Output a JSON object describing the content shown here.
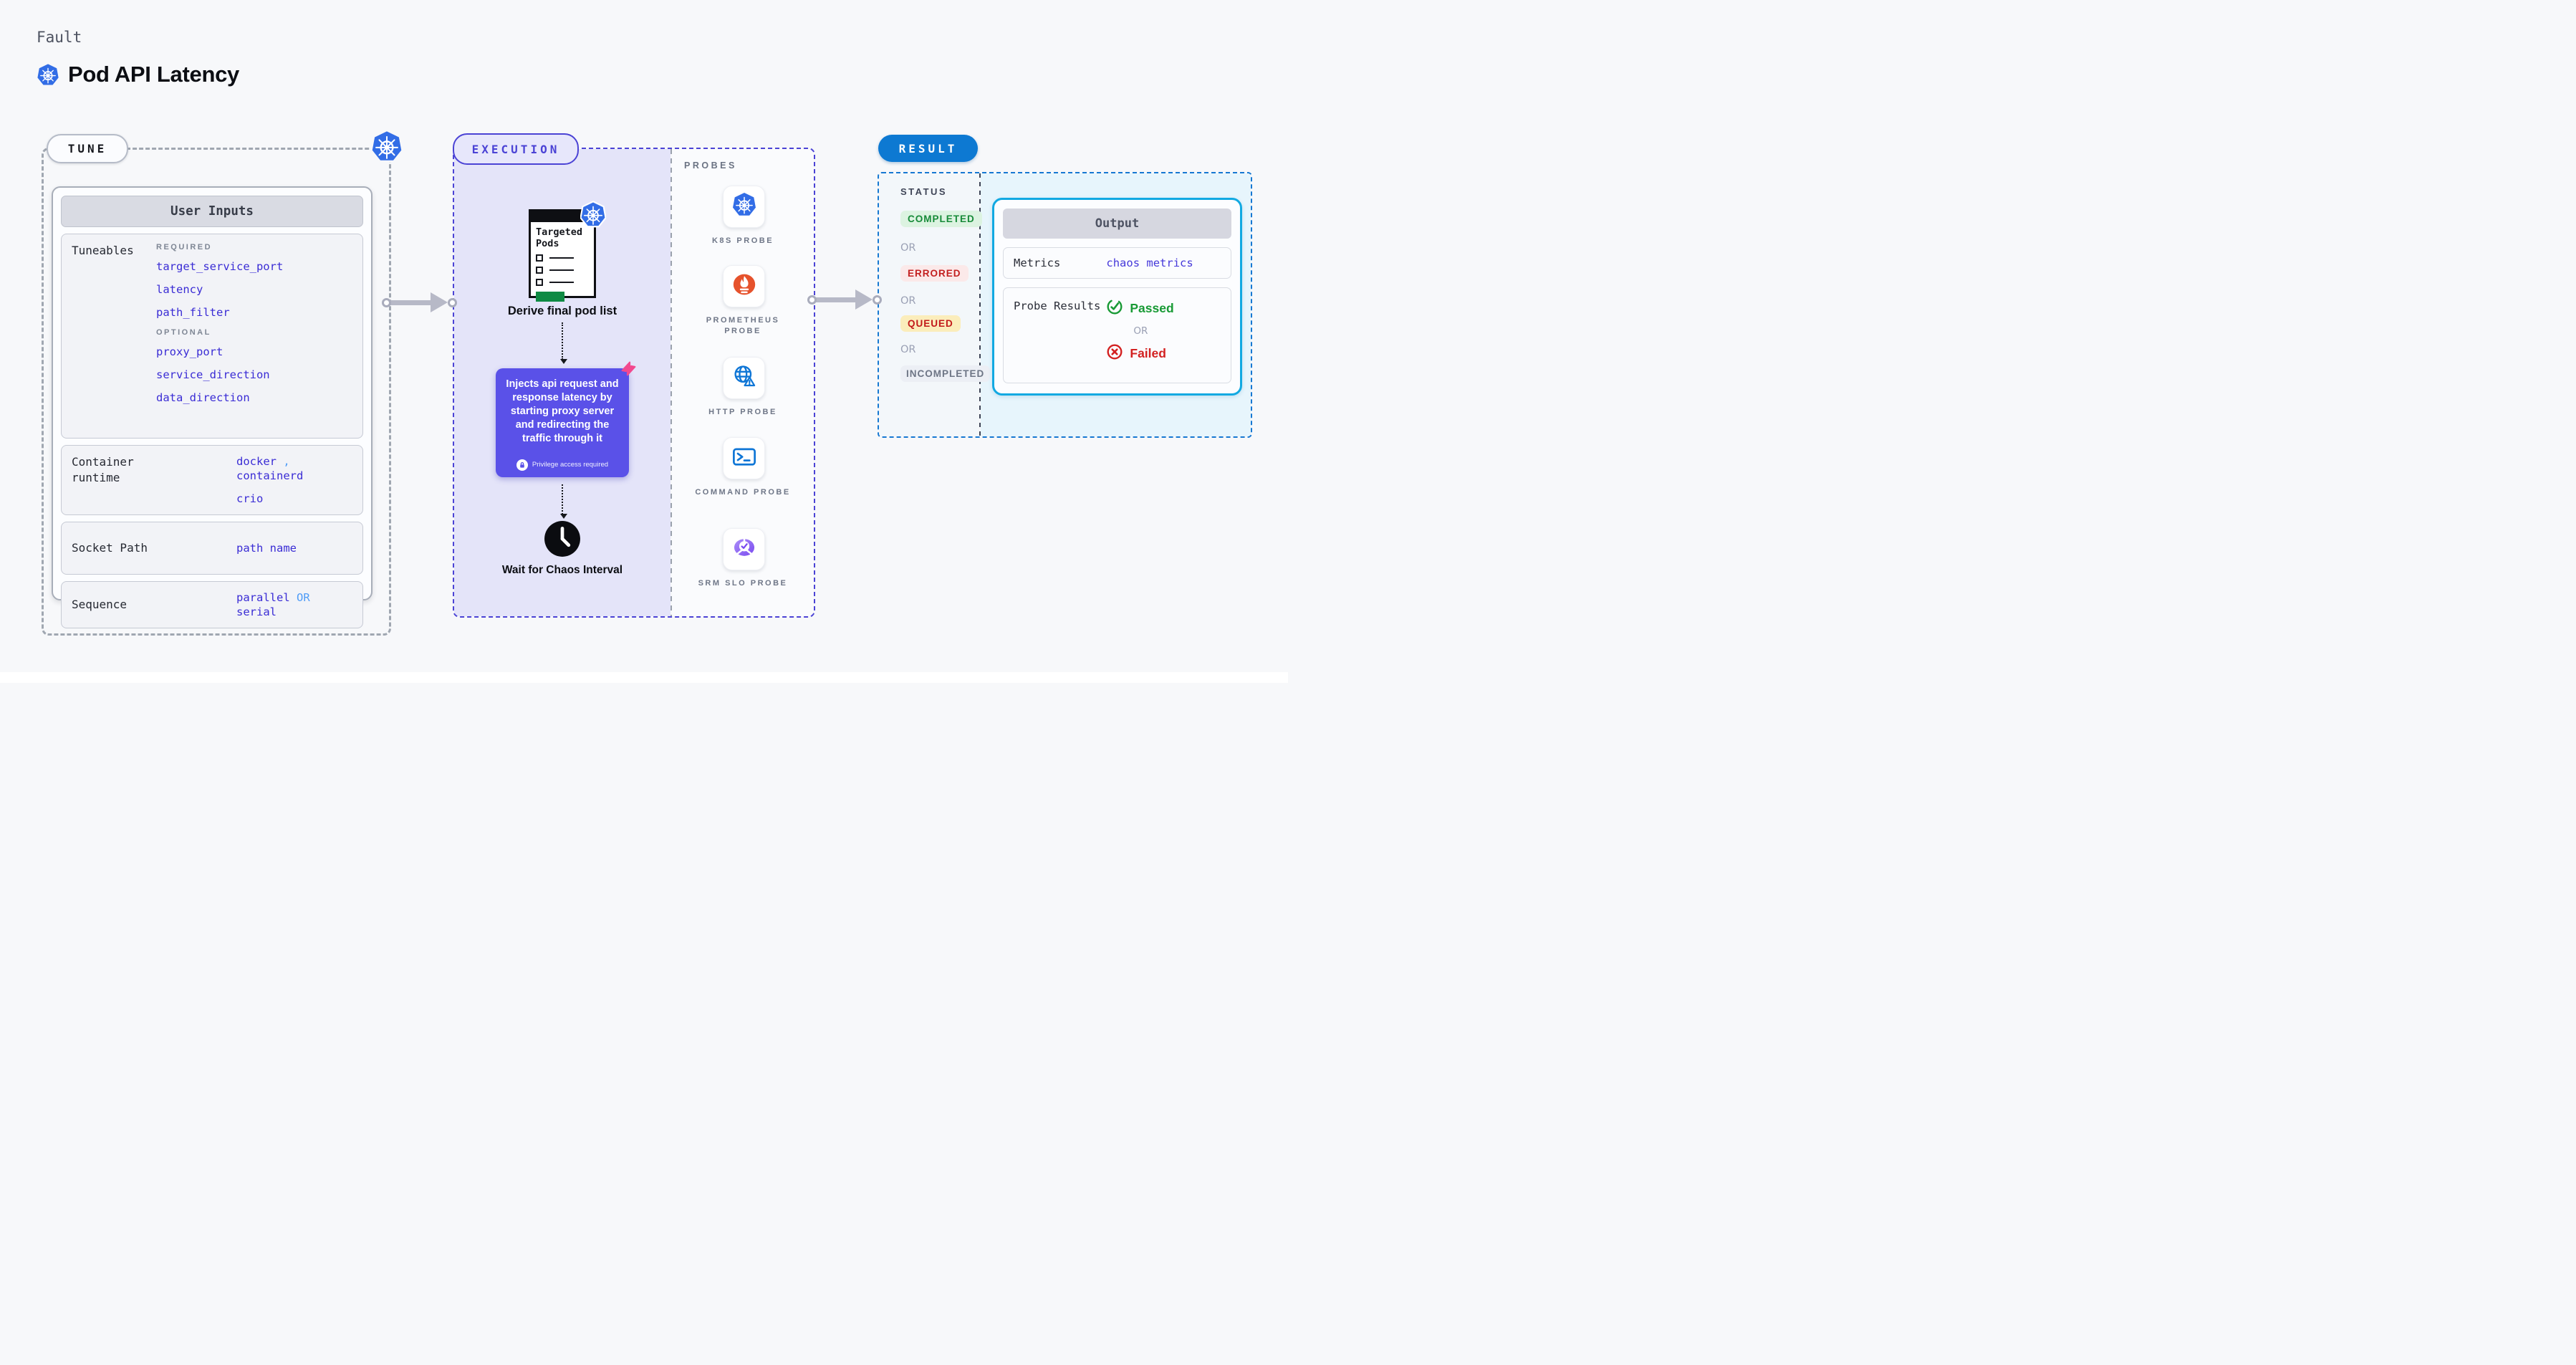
{
  "header": {
    "fault_label": "Fault",
    "title": "Pod API Latency"
  },
  "tune": {
    "badge": "TUNE",
    "user_inputs_title": "User Inputs",
    "tuneables": {
      "label": "Tuneables",
      "required_heading": "REQUIRED",
      "required": [
        "target_service_port",
        "latency",
        "path_filter"
      ],
      "optional_heading": "OPTIONAL",
      "optional": [
        "proxy_port",
        "service_direction",
        "data_direction"
      ]
    },
    "container_runtime": {
      "label": "Container runtime",
      "value1": "docker",
      "separator": ",",
      "value2": "containerd",
      "value3": "crio"
    },
    "socket_path": {
      "label": "Socket Path",
      "value": "path name"
    },
    "sequence": {
      "label": "Sequence",
      "value1": "parallel",
      "or": "OR",
      "value2": "serial"
    }
  },
  "execution": {
    "badge": "EXECUTION",
    "targeted_pods_title": "Targeted Pods",
    "derive_caption": "Derive final pod list",
    "inject_description": "Injects api request and response latency by starting proxy server and redirecting the traffic through it",
    "privilege_note": "Privilege access required",
    "wait_caption": "Wait for Chaos Interval"
  },
  "probes": {
    "title": "PROBES",
    "items": [
      {
        "label": "K8S PROBE",
        "icon": "kubernetes-icon"
      },
      {
        "label": "PROMETHEUS PROBE",
        "icon": "prometheus-icon"
      },
      {
        "label": "HTTP PROBE",
        "icon": "globe-warning-icon"
      },
      {
        "label": "COMMAND PROBE",
        "icon": "terminal-icon"
      },
      {
        "label": "SRM SLO PROBE",
        "icon": "slo-gauge-icon"
      }
    ]
  },
  "result": {
    "badge": "RESULT",
    "status_heading": "STATUS",
    "or_separator": "OR",
    "statuses": [
      {
        "label": "COMPLETED",
        "color": "#168a38",
        "background": "#dcf3e1"
      },
      {
        "label": "ERRORED",
        "color": "#c32020",
        "background": "#fbe9e9"
      },
      {
        "label": "QUEUED",
        "color": "#c21a1a",
        "background": "#fbedbb"
      },
      {
        "label": "INCOMPLETED",
        "color": "#6d7585",
        "background": "#eceff5"
      }
    ],
    "output": {
      "title": "Output",
      "metrics_label": "Metrics",
      "metrics_value": "chaos metrics",
      "probe_results_label": "Probe Results",
      "passed_label": "Passed",
      "or_separator": "OR",
      "failed_label": "Failed"
    }
  },
  "colors": {
    "page_background": "#f7f8fa",
    "indigo_value": "#3a2cd5",
    "light_blue": "#4f9cf7",
    "execution_accent": "#4b43d5",
    "execution_fill": "#e4e4f9",
    "inject_box": "#5a51e8",
    "pink_accent": "#f2498f",
    "result_blue": "#0d79d2",
    "output_border": "#12a9e2",
    "result_fill": "#e7f5fc",
    "passed_green": "#189a35",
    "failed_red": "#d32121",
    "kubernetes_blue": "#326de6",
    "prometheus_orange": "#e6522c",
    "targeted_green": "#0e8a43"
  }
}
